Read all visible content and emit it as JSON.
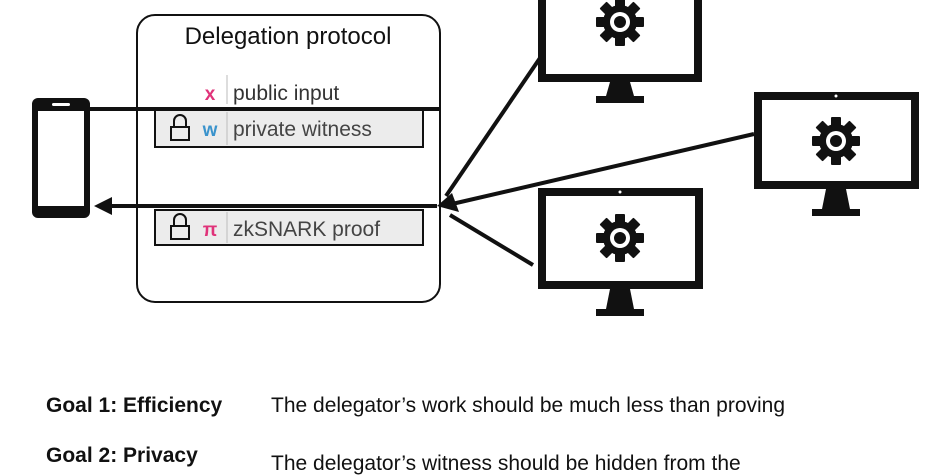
{
  "protocol": {
    "title": "Delegation protocol",
    "public_input": {
      "symbol": "x",
      "label": "public input"
    },
    "private_witness": {
      "symbol": "w",
      "label": "private witness"
    },
    "proof": {
      "symbol": "π",
      "label": "zkSNARK proof"
    }
  },
  "goals": [
    {
      "label": "Goal 1: Efficiency",
      "description": "The delegator’s work should be much less than proving"
    },
    {
      "label": "Goal 2: Privacy",
      "description": "The delegator’s witness should be hidden from the"
    }
  ],
  "icons": {
    "phone": "smartphone-icon",
    "worker": "computer-monitor-gear-icon",
    "lock": "padlock-icon"
  },
  "colors": {
    "x_symbol": "#e0337a",
    "w_symbol": "#3a93cc",
    "pi_symbol": "#e0337a",
    "field_background": "#ececec",
    "stroke": "#111111"
  }
}
